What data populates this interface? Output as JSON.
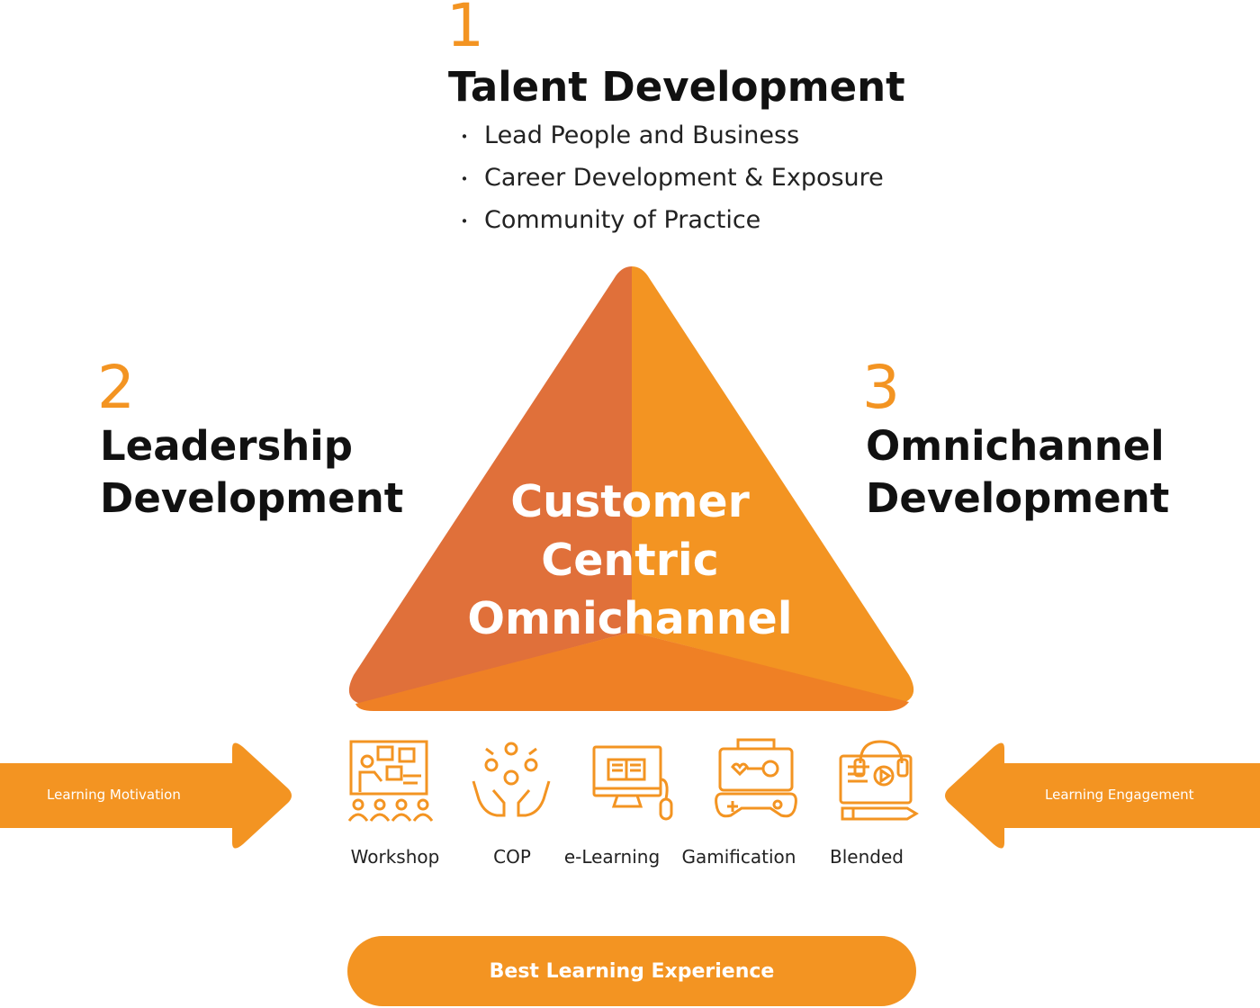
{
  "colors": {
    "accent": "#f39422",
    "triangle_left": "#e0703a",
    "triangle_right": "#f39422",
    "triangle_bottom": "#ef8025"
  },
  "pillars": [
    {
      "number": "1",
      "title": "Talent Development",
      "bullets": [
        "Lead People and Business",
        "Career Development & Exposure",
        "Community of Practice"
      ]
    },
    {
      "number": "2",
      "title": "Leadership Development"
    },
    {
      "number": "3",
      "title": "Omnichannel Development"
    }
  ],
  "bullet_glyph": "・",
  "center": {
    "line1": "Customer",
    "line2": "Centric",
    "line3": "Omnichannel"
  },
  "arrows": {
    "left": "Learning Motivation",
    "right": "Learning Engagement"
  },
  "methods": [
    {
      "label": "Workshop",
      "icon": "workshop-icon"
    },
    {
      "label": "COP",
      "icon": "community-icon"
    },
    {
      "label": "e-Learning",
      "icon": "e-learning-icon"
    },
    {
      "label": "Gamification",
      "icon": "gamification-icon"
    },
    {
      "label": "Blended",
      "icon": "blended-icon"
    }
  ],
  "footer": {
    "label": "Best Learning Experience"
  }
}
